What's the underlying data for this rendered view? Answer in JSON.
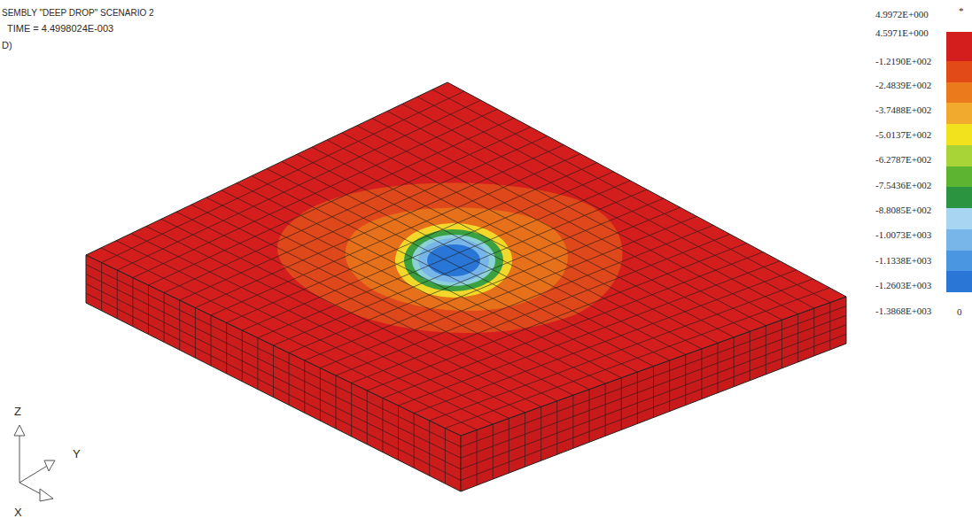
{
  "diagram": {
    "title": "SEMBLY \"DEEP DROP\" SCENARIO 2",
    "labels": [
      "TIME = 4.4998024E-003",
      "D)",
      "*",
      "0",
      "Z",
      "Y",
      "X"
    ],
    "legend": [
      {
        "text": "4.9972E+000",
        "color": "#d41e1e"
      },
      {
        "text": "4.5971E+000",
        "color": "#d41e1e"
      },
      {
        "text": "-1.2190E+002",
        "color": "#e24a18"
      },
      {
        "text": "-2.4839E+002",
        "color": "#ea7a1c"
      },
      {
        "text": "-3.7488E+002",
        "color": "#f2aa2e"
      },
      {
        "text": "-5.0137E+002",
        "color": "#f2e21e"
      },
      {
        "text": "-6.2787E+002",
        "color": "#a8d438"
      },
      {
        "text": "-7.5436E+002",
        "color": "#5cb430"
      },
      {
        "text": "-8.8085E+002",
        "color": "#2a9440"
      },
      {
        "text": "-1.0073E+003",
        "color": "#a8d6f2"
      },
      {
        "text": "-1.1338E+003",
        "color": "#78b6ea"
      },
      {
        "text": "-1.2603E+003",
        "color": "#4a96e0"
      },
      {
        "text": "-1.3868E+003",
        "color": "#2a76d6"
      }
    ]
  }
}
